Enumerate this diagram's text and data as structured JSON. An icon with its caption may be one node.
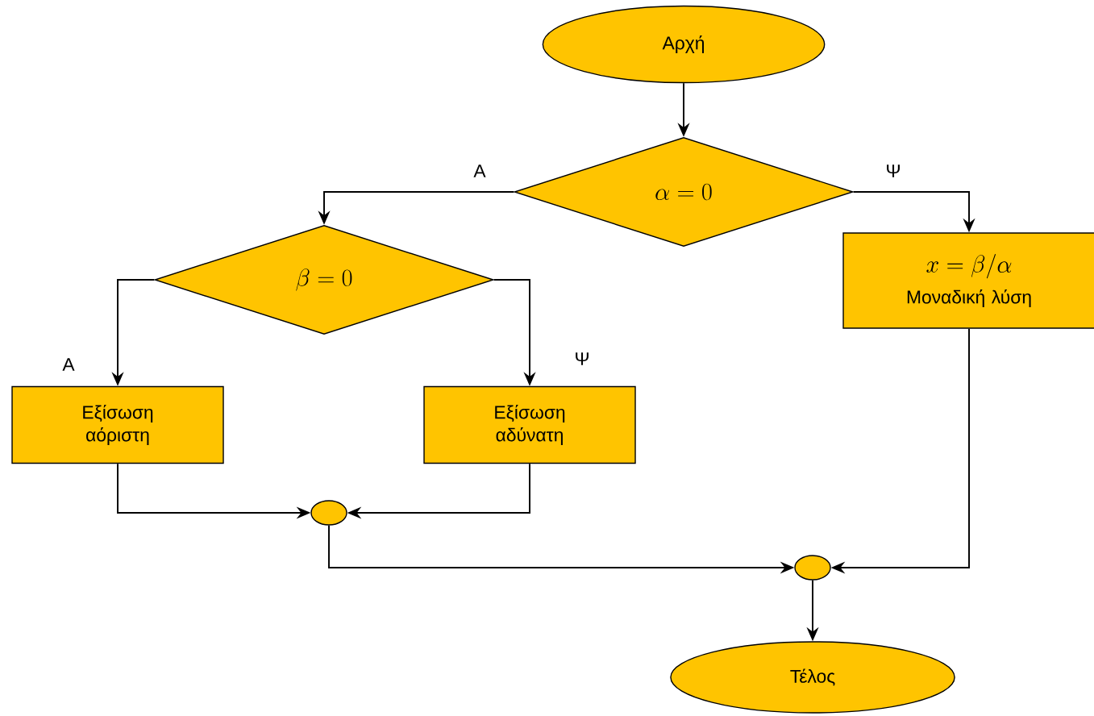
{
  "diagram": {
    "nodes": [
      {
        "text": [
          "Αρχή"
        ]
      },
      {
        "text": [
          "\\alpha = 0"
        ]
      },
      {
        "text": [
          "\\beta = 0"
        ]
      },
      {
        "text": [
          "x = \\beta / \\alpha",
          "Μοναδική λύση"
        ]
      },
      {
        "text": [
          "Εξίσωση αόριστη"
        ]
      },
      {
        "text": [
          "Εξίσωση αδύνατη"
        ]
      },
      {
        "text": [],
        "shape": "circle"
      },
      {
        "text": [],
        "shape": "circle"
      },
      {
        "text": [
          "Τέλος"
        ]
      }
    ],
    "edges": [
      {
        "from": 0,
        "to": 1,
        "arrow": "to"
      },
      {
        "from": 1,
        "to": 2,
        "arrow": "to",
        "label": "Α"
      },
      {
        "from": 1,
        "to": 3,
        "arrow": "to",
        "label": "Ψ"
      },
      {
        "from": 2,
        "to": 4,
        "arrow": "to",
        "label": "Α"
      },
      {
        "from": 2,
        "to": 5,
        "arrow": "to",
        "label": "Ψ"
      },
      {
        "from": 4,
        "to": 6,
        "arrow": "to"
      },
      {
        "from": 5,
        "to": 6,
        "arrow": "to"
      },
      {
        "from": 6,
        "to": 7,
        "arrow": "to"
      },
      {
        "from": 3,
        "to": 7,
        "arrow": "to"
      },
      {
        "from": 7,
        "to": 8,
        "arrow": "to"
      }
    ]
  }
}
